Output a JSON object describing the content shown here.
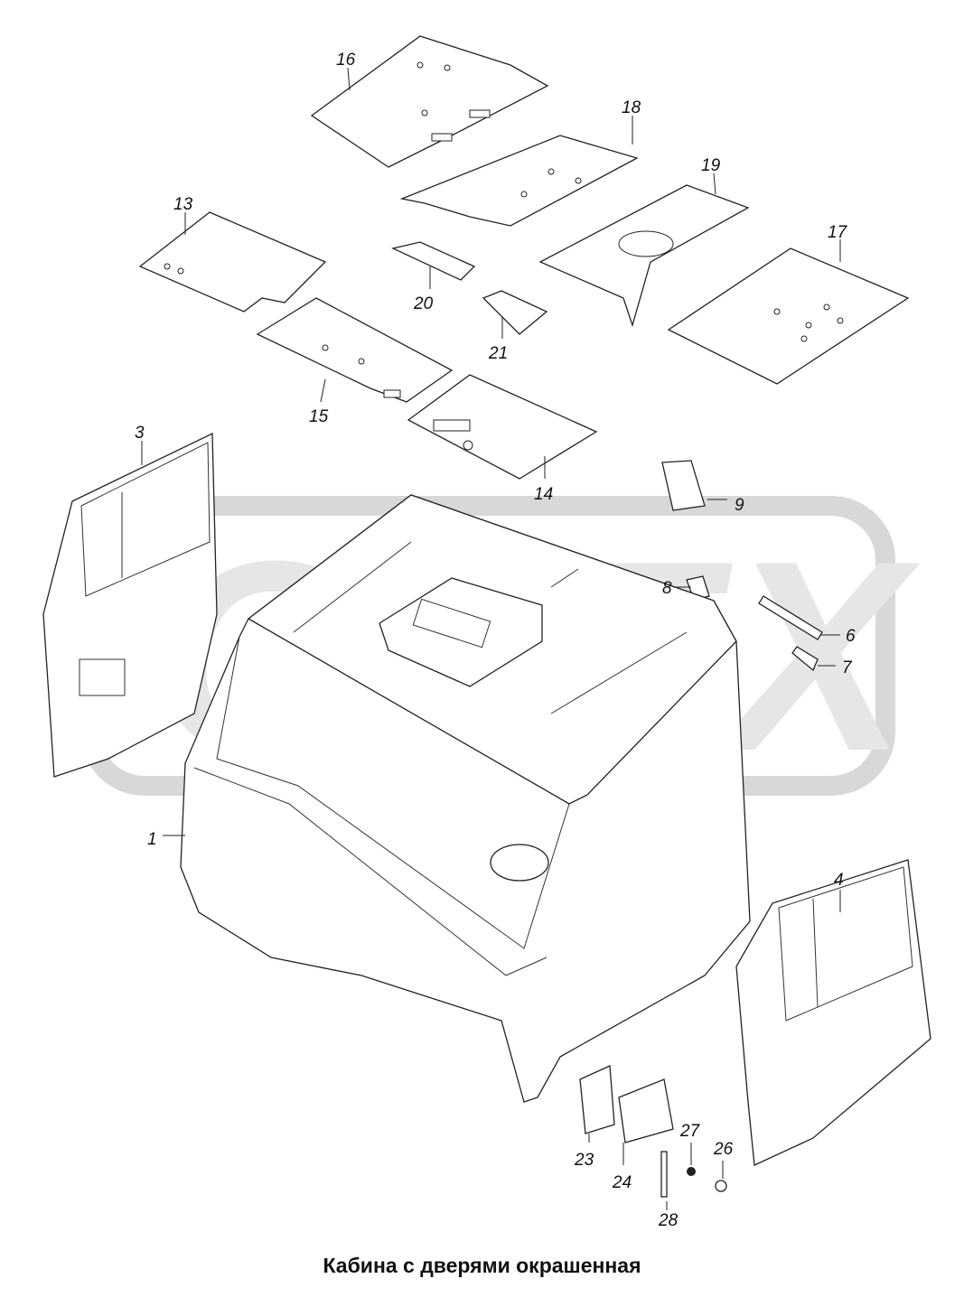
{
  "caption": "Кабина с дверями окрашенная",
  "watermark": "OPEX",
  "callouts": {
    "p1": "1",
    "p3": "3",
    "p4": "4",
    "p6": "6",
    "p7": "7",
    "p8": "8",
    "p9": "9",
    "p13": "13",
    "p14": "14",
    "p15": "15",
    "p16": "16",
    "p17": "17",
    "p18": "18",
    "p19": "19",
    "p20": "20",
    "p21": "21",
    "p23": "23",
    "p24": "24",
    "p26": "26",
    "p27": "27",
    "p28": "28"
  }
}
